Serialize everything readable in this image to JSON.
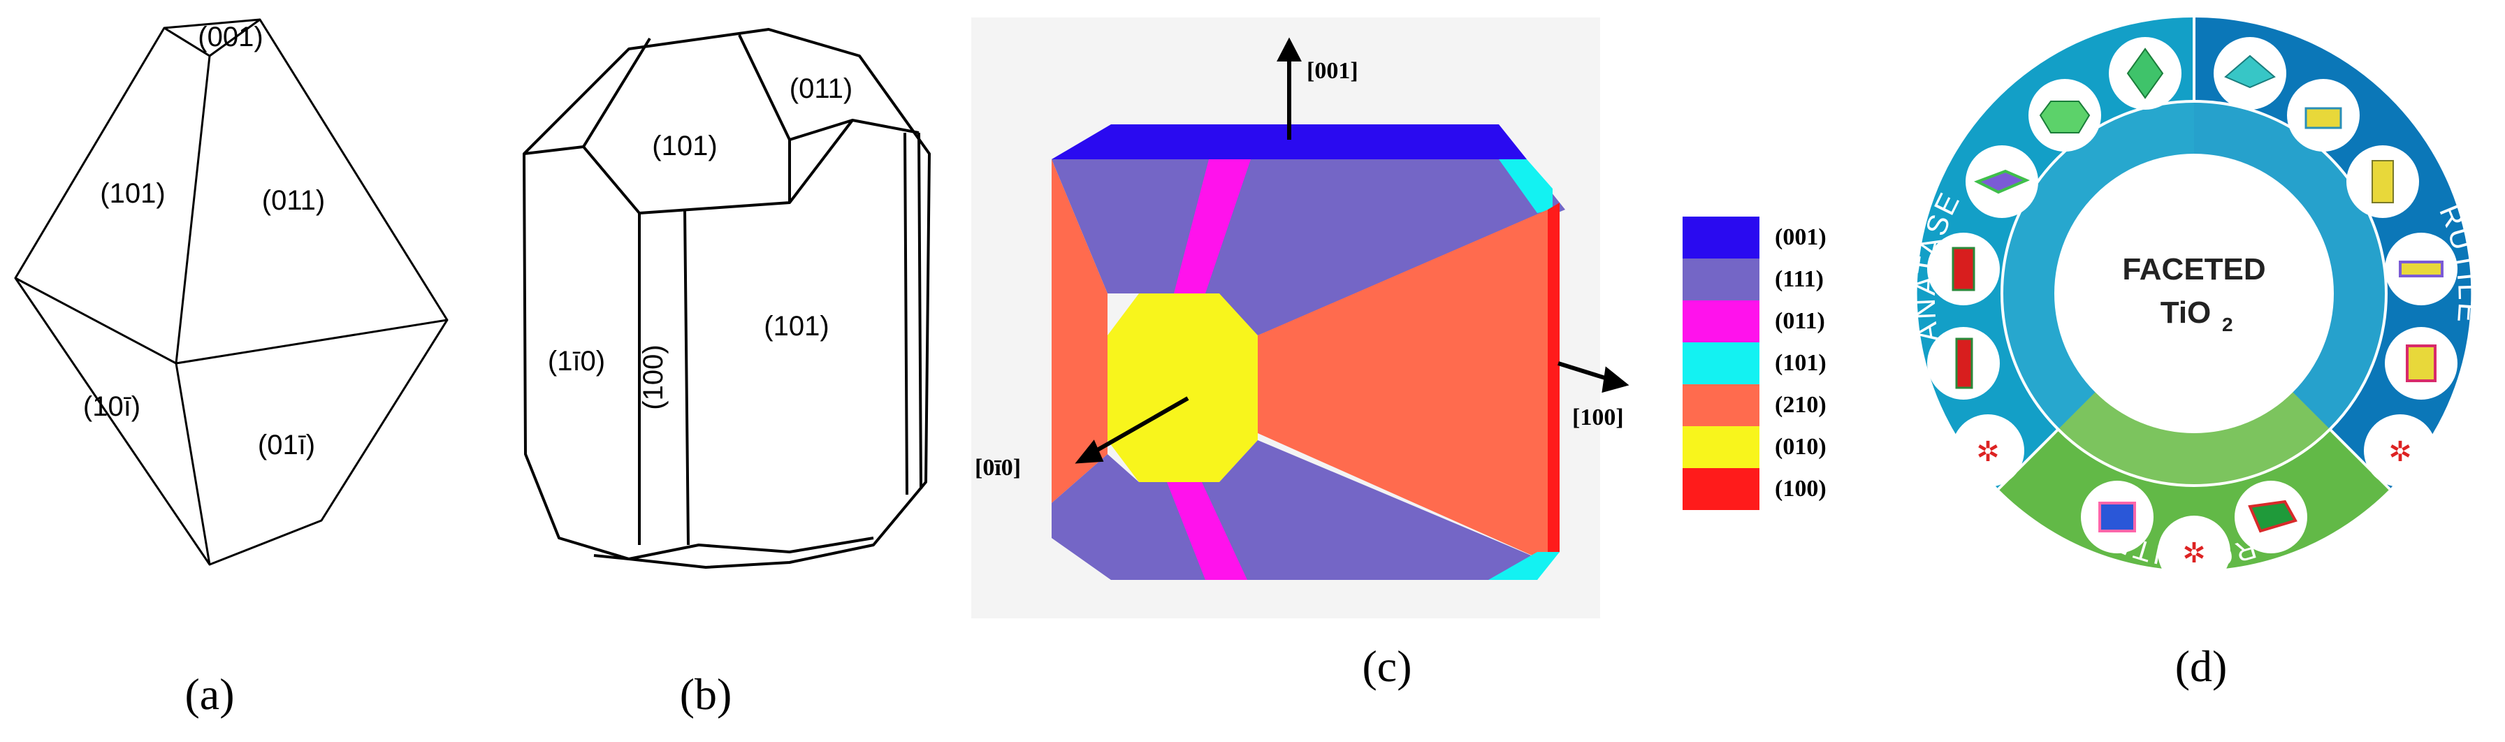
{
  "panels": [
    {
      "id": "a",
      "caption": "(a)",
      "face_labels": [
        "(001)",
        "(101)",
        "(011)",
        "(10ī)",
        "(01ī)"
      ]
    },
    {
      "id": "b",
      "caption": "(b)",
      "face_labels": [
        "(011)",
        "(101)",
        "(1ī0)",
        "(100)",
        "(101)"
      ]
    },
    {
      "id": "c",
      "caption": "(c)",
      "direction_labels": [
        "[001]",
        "[100]",
        "[0ī0]"
      ],
      "legend": [
        {
          "label": "(001)",
          "color": "#2a0af0"
        },
        {
          "label": "(111)",
          "color": "#7466c6"
        },
        {
          "label": "(011)",
          "color": "#ff12ec"
        },
        {
          "label": "(101)",
          "color": "#13f2f2"
        },
        {
          "label": "(210)",
          "color": "#ff6b4e"
        },
        {
          "label": "(010)",
          "color": "#f8f51c"
        },
        {
          "label": "(100)",
          "color": "#ff1b1b"
        }
      ],
      "colors": {
        "background": "#f4f4f4"
      }
    },
    {
      "id": "d",
      "caption": "(d)",
      "center_line1": "FACETED",
      "center_line2": "TiO",
      "center_subscript": "2",
      "ring_labels": [
        "ANATASE",
        "RUTILE",
        "BROOKITE"
      ],
      "colors": {
        "anatase": "#139fc7",
        "rutile": "#0b77b8",
        "brookite": "#62b947",
        "inner_ring": "#2ba8cf"
      }
    }
  ]
}
